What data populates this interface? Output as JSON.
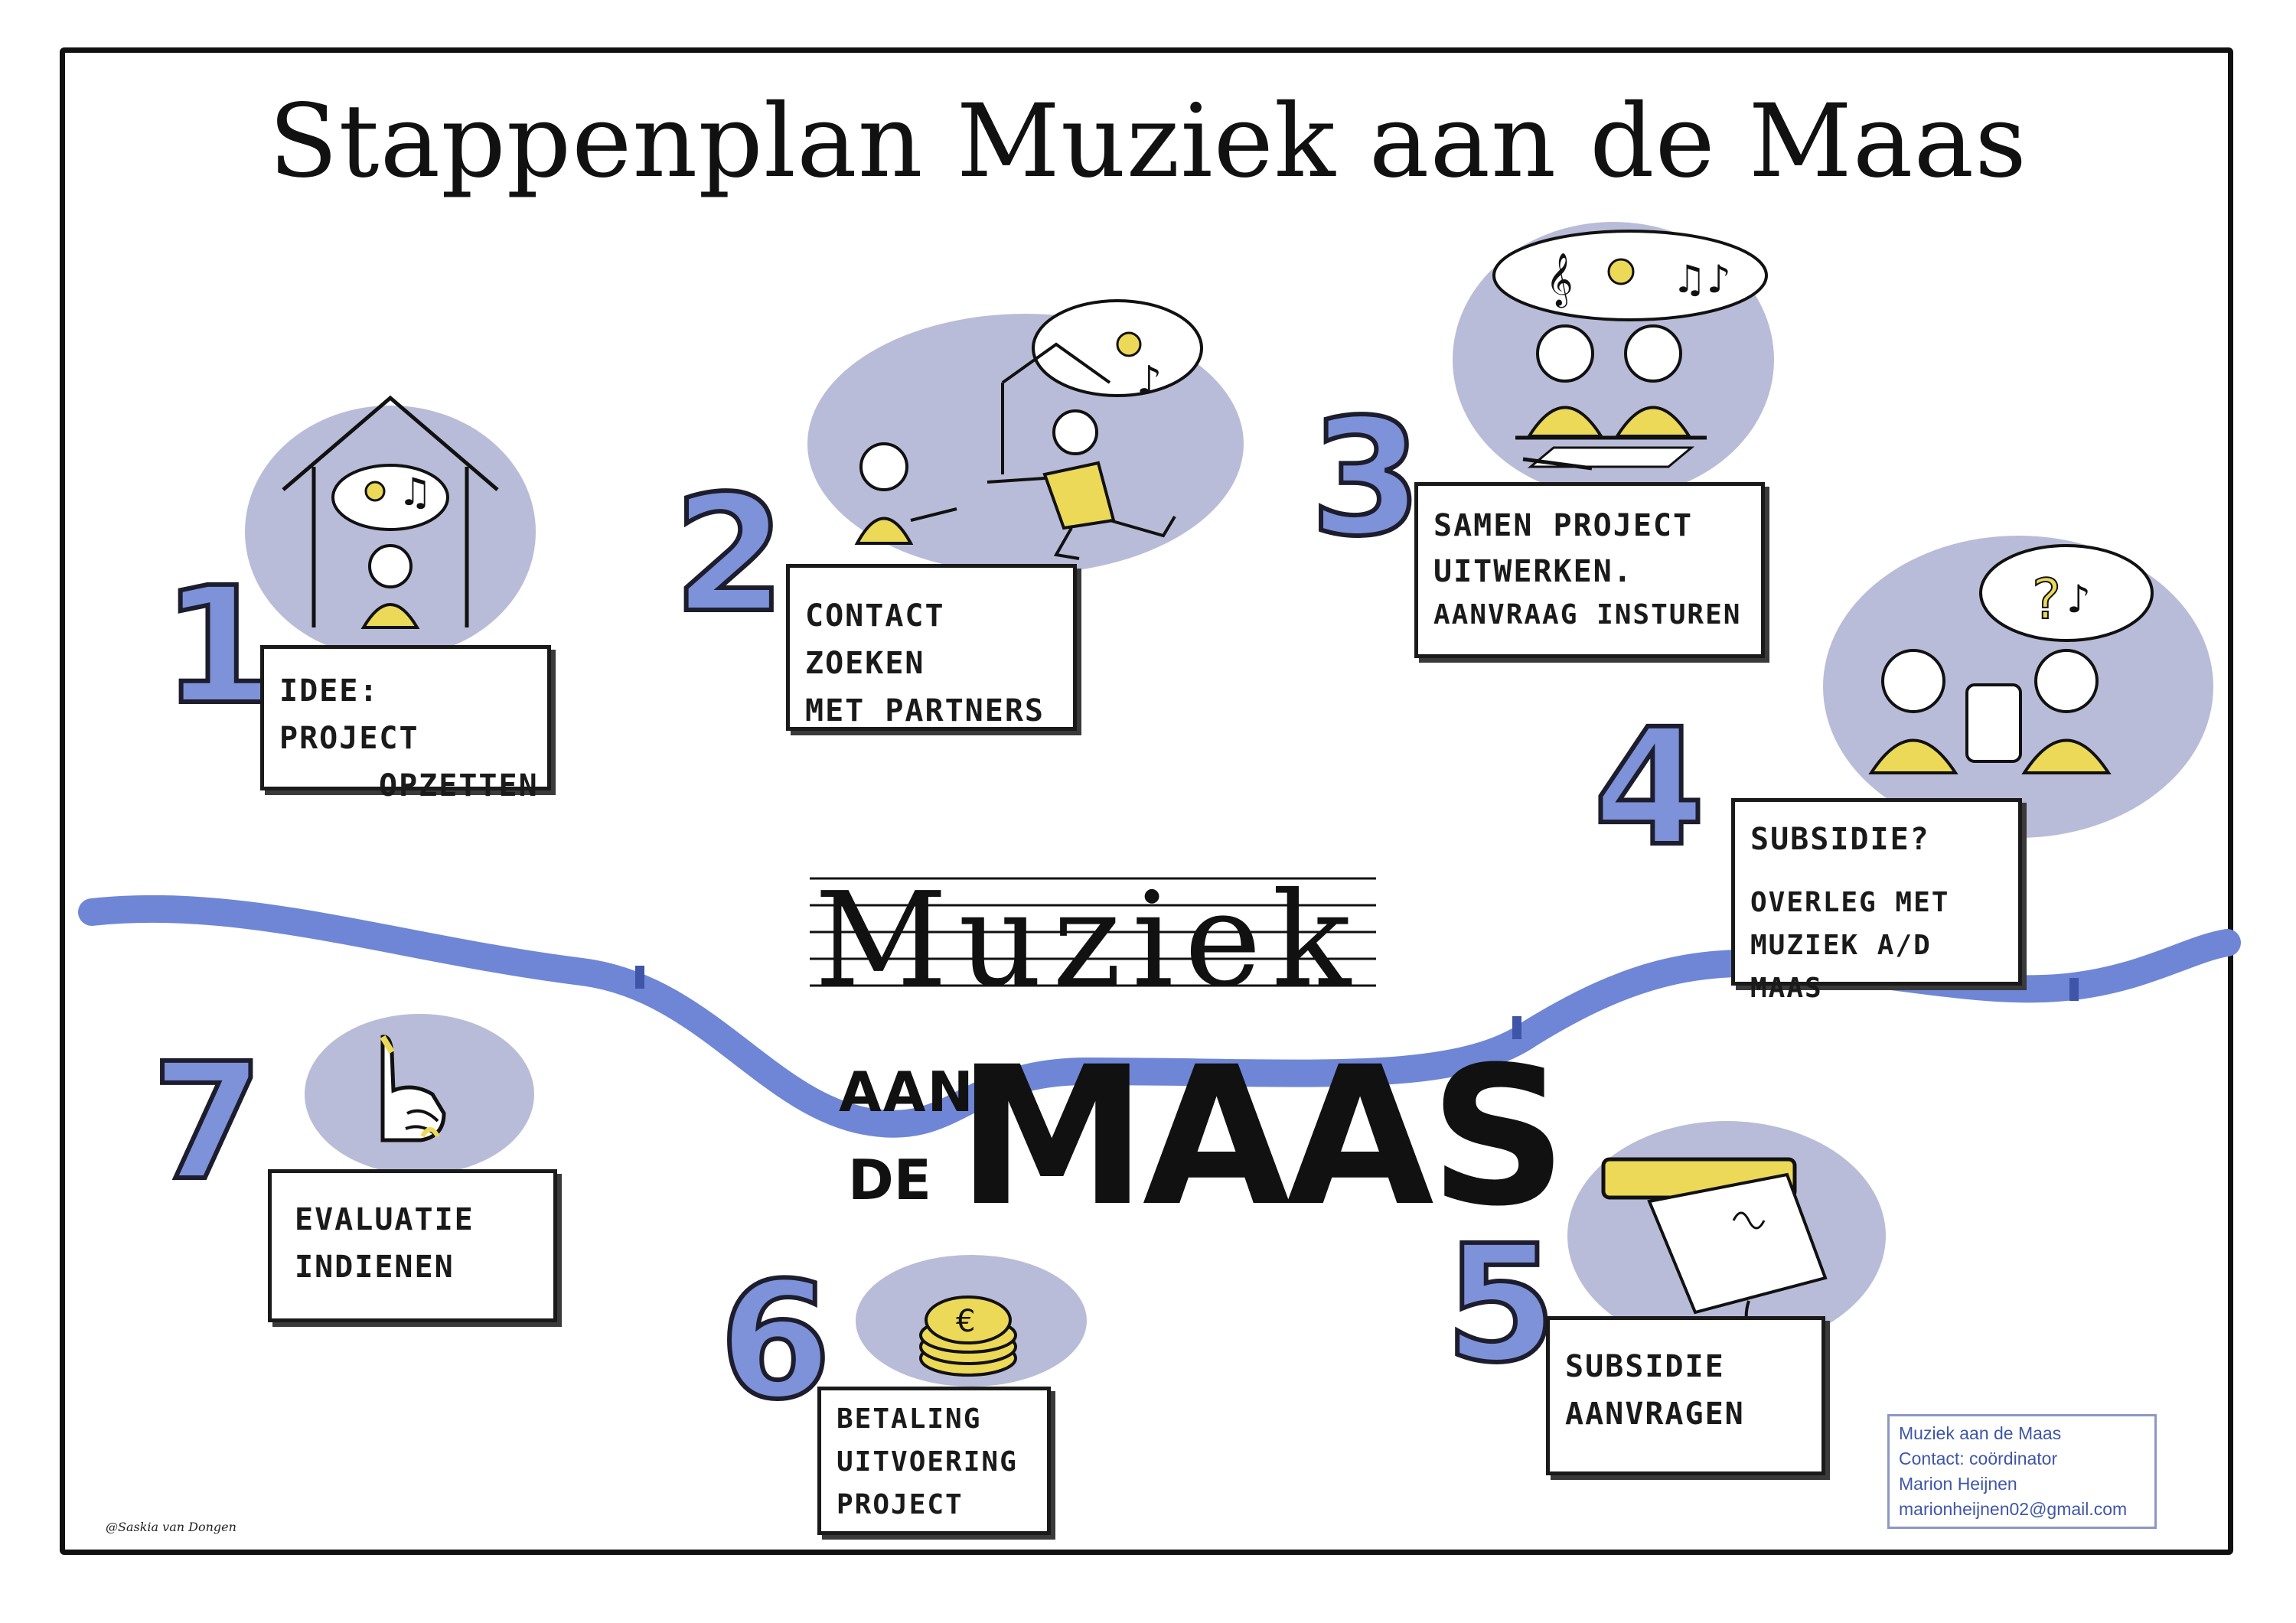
{
  "title": "Stappenplan Muziek aan de Maas",
  "steps": [
    {
      "number": "1",
      "lines": [
        "IDEE: PROJECT",
        "OPZETTEN"
      ]
    },
    {
      "number": "2",
      "lines": [
        "CONTACT ZOEKEN",
        "MET PARTNERS"
      ]
    },
    {
      "number": "3",
      "lines": [
        "SAMEN PROJECT",
        "UITWERKEN.",
        "AANVRAAG INSTUREN"
      ]
    },
    {
      "number": "4",
      "lines": [
        "SUBSIDIE?",
        "OVERLEG MET",
        "MUZIEK A/D MAAS"
      ]
    },
    {
      "number": "5",
      "lines": [
        "SUBSIDIE",
        "AANVRAGEN"
      ]
    },
    {
      "number": "6",
      "lines": [
        "BETALING",
        "UITVOERING",
        "PROJECT"
      ]
    },
    {
      "number": "7",
      "lines": [
        "EVALUATIE",
        "INDIENEN"
      ]
    }
  ],
  "logo": {
    "top": "Muziek",
    "aan": "AAN",
    "de": "DE",
    "maas": "MAAS"
  },
  "contact": [
    "Muziek aan de Maas",
    "Contact: coördinator",
    "Marion Heijnen",
    "marionheijnen02@gmail.com"
  ],
  "credit": "@Saskia van Dongen",
  "colors": {
    "river": "#6f86d6",
    "blob": "#b9bcd8",
    "yellow": "#ecd957",
    "number_fill": "#7d92d8",
    "contact_text": "#3f56a8"
  },
  "icons": [
    "house-icon",
    "idea-cloud-icon",
    "lightbulb-icon",
    "music-note-icon",
    "person-icon",
    "handshake-icon",
    "speech-bubble-icon",
    "question-mark-icon",
    "document-icon",
    "letterbox-icon",
    "coins-icon",
    "euro-icon",
    "thumbs-up-icon",
    "treble-clef-icon",
    "pencil-icon"
  ]
}
